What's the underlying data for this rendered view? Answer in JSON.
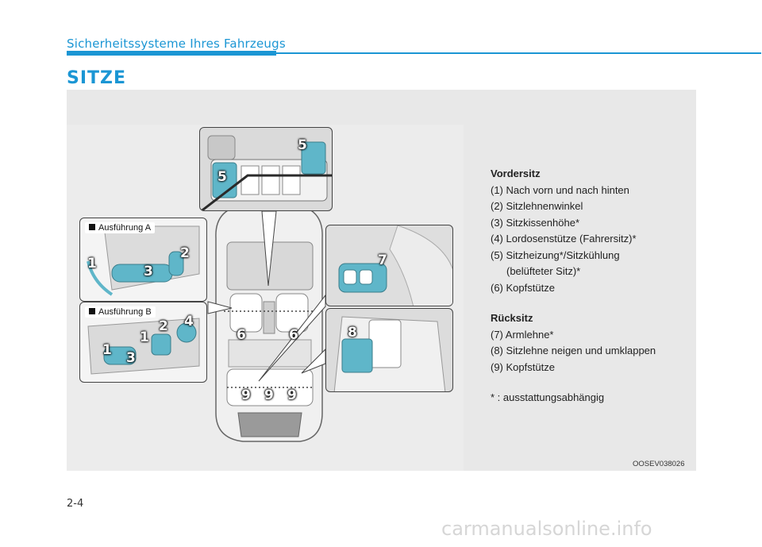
{
  "header": {
    "section": "Sicherheitssysteme Ihres Fahrzeugs"
  },
  "title": "SITZE",
  "figure": {
    "variant_a_label": "Ausführung A",
    "variant_b_label": "Ausführung B",
    "code": "OOSEV038026",
    "callout_numbers": {
      "top_left": "5",
      "top_right": "5",
      "a1": "1",
      "a2": "2",
      "a3": "3",
      "b1": "1",
      "b1b": "1",
      "b2": "2",
      "b3": "3",
      "b4": "4",
      "right_top": "7",
      "right_bottom": "8",
      "car_6_left": "6",
      "car_6_right": "6",
      "car_9_left": "9",
      "car_9_mid": "9",
      "car_9_right": "9"
    }
  },
  "legend": {
    "front_heading": "Vordersitz",
    "front_items": [
      "(1) Nach vorn und nach hinten",
      "(2) Sitzlehnenwinkel",
      "(3) Sitzkissenhöhe*",
      "(4) Lordosenstütze (Fahrersitz)*",
      "(5) Sitzheizung*/Sitzkühlung",
      "(belüfteter Sitz)*",
      "(6) Kopfstütze"
    ],
    "rear_heading": "Rücksitz",
    "rear_items": [
      "(7) Armlehne*",
      "(8) Sitzlehne neigen und umklappen",
      "(9) Kopfstütze"
    ],
    "footnote": "* : ausstattungsabhängig"
  },
  "page_number": "2-4",
  "watermark": "carmanualsonline.info",
  "colors": {
    "accent": "#1b96d4",
    "highlight": "#5fb6c9"
  }
}
